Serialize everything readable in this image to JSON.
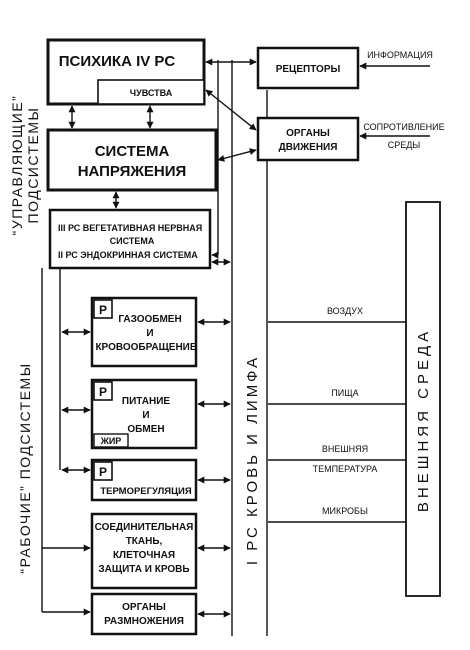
{
  "side_labels": {
    "managing": [
      "“УПРАВЛЯЮЩИЕ”",
      "ПОДСИСТЕМЫ"
    ],
    "working": "“РАБОЧИЕ” ПОДСИСТЕМЫ",
    "blood": "I РС  КРОВЬ  И  ЛИМФА",
    "environment": "ВНЕШНЯЯ  СРЕДА"
  },
  "boxes": {
    "psyche": "ПСИХИКА IV PC",
    "feelings": "ЧУВСТВА",
    "tension": [
      "СИСТЕМА",
      "НАПРЯЖЕНИЯ"
    ],
    "vegetative": [
      "III РС  ВЕГЕТАТИВНАЯ НЕРВНАЯ",
      "СИСТЕМА",
      "II РС  ЭНДОКРИННАЯ СИСТЕМА"
    ],
    "receptors": "РЕЦЕПТОРЫ",
    "motion": [
      "ОРГАНЫ",
      "ДВИЖЕНИЯ"
    ],
    "gas": [
      "ГАЗООБМЕН",
      "И",
      "КРОВООБРАЩЕНИЕ"
    ],
    "nutrition": [
      "ПИТАНИЕ",
      "И",
      "ОБМЕН"
    ],
    "fat": "ЖИР",
    "thermo": "ТЕРМОРЕГУЛЯЦИЯ",
    "tissue": [
      "СОЕДИНИТЕЛЬНАЯ",
      "ТКАНЬ,",
      "КЛЕТОЧНАЯ",
      "ЗАЩИТА И КРОВЬ"
    ],
    "repro": [
      "ОРГАНЫ",
      "РАЗМНОЖЕНИЯ"
    ],
    "p_marker": "Р"
  },
  "inputs": {
    "information": "ИНФОРМАЦИЯ",
    "resistance": [
      "СОПРОТИВЛЕНИЕ",
      "СРЕДЫ"
    ],
    "air": "ВОЗДУХ",
    "food": "ПИЩА",
    "temperature": [
      "ВНЕШНЯЯ",
      "ТЕМПЕРАТУРА"
    ],
    "microbes": "МИКРОБЫ"
  }
}
